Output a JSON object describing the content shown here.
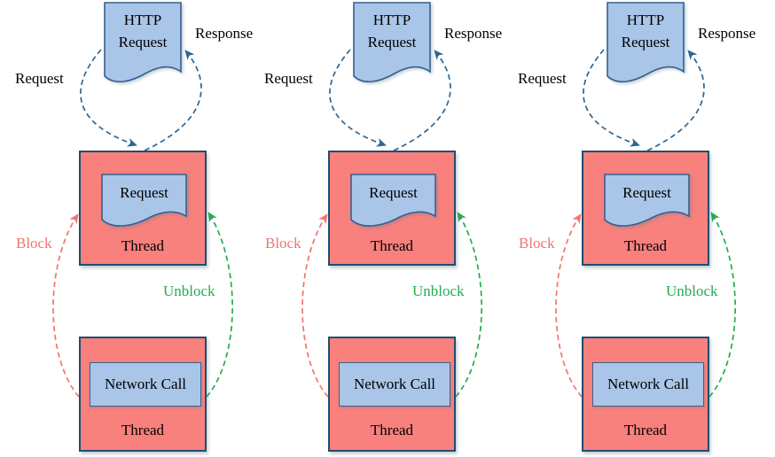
{
  "diagram": {
    "colors": {
      "doc_fill": "#a9c6e8",
      "doc_border": "#35618e",
      "thread_fill": "#f8807d",
      "thread_border": "#1f4e6e",
      "flow_arrow": "#2e6690",
      "block_color": "#f4736f",
      "unblock_color": "#21ad4f"
    },
    "columns": [
      {
        "http_request_label": "HTTP Request",
        "request_label": "Request",
        "response_label": "Response",
        "upper_thread": {
          "request_label": "Request",
          "thread_label": "Thread"
        },
        "block_label": "Block",
        "unblock_label": "Unblock",
        "lower_thread": {
          "network_call_label": "Network Call",
          "thread_label": "Thread"
        }
      },
      {
        "http_request_label": "HTTP Request",
        "request_label": "Request",
        "response_label": "Response",
        "upper_thread": {
          "request_label": "Request",
          "thread_label": "Thread"
        },
        "block_label": "Block",
        "unblock_label": "Unblock",
        "lower_thread": {
          "network_call_label": "Network Call",
          "thread_label": "Thread"
        }
      },
      {
        "http_request_label": "HTTP Request",
        "request_label": "Request",
        "response_label": "Response",
        "upper_thread": {
          "request_label": "Request",
          "thread_label": "Thread"
        },
        "block_label": "Block",
        "unblock_label": "Unblock",
        "lower_thread": {
          "network_call_label": "Network Call",
          "thread_label": "Thread"
        }
      }
    ]
  }
}
